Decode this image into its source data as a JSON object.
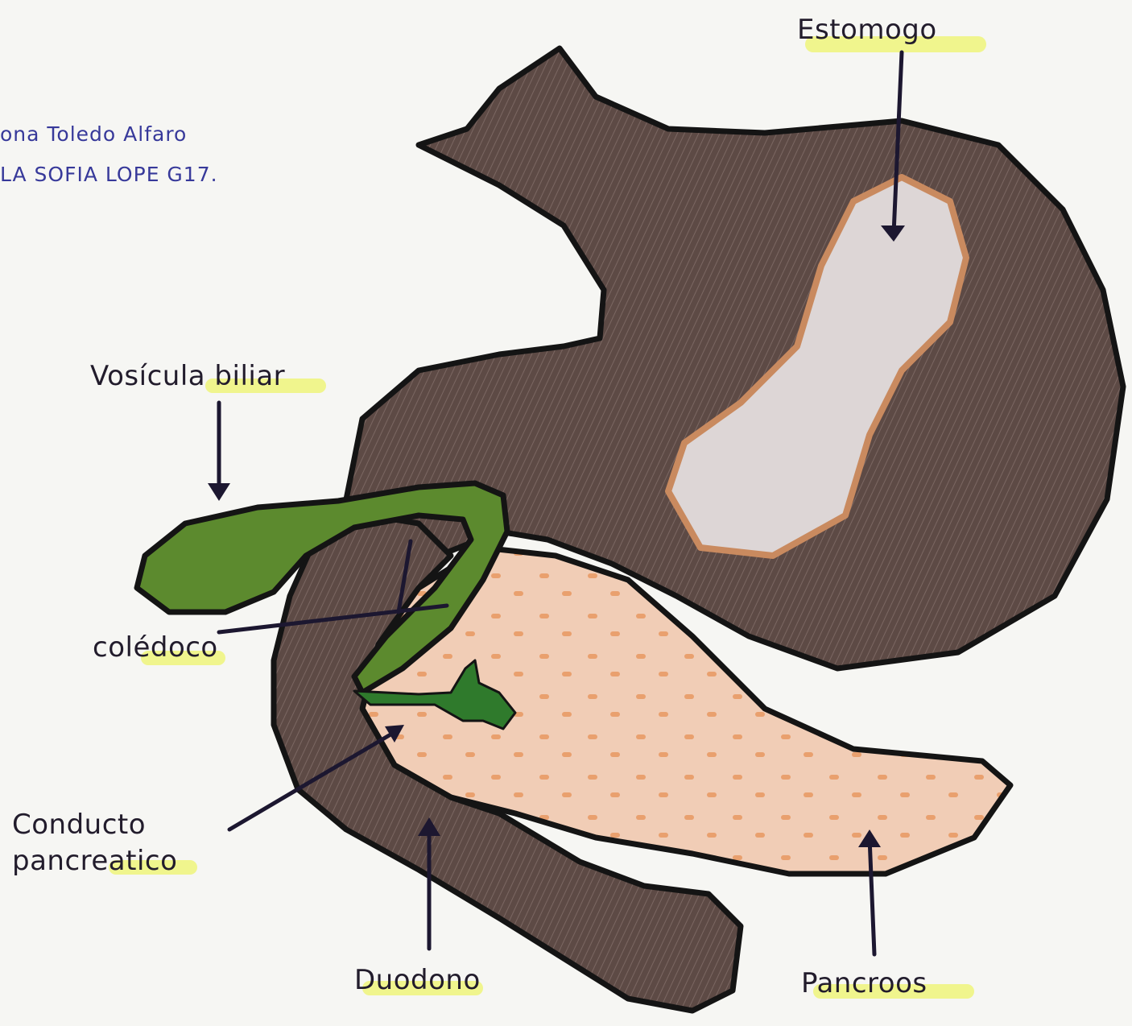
{
  "authors": {
    "line1": "ona Toledo Alfaro",
    "line2": "LA SOFIA LOPE G17."
  },
  "labels": {
    "stomach": "Estomogo",
    "gallbladder": "Vosícula biliar",
    "bile_duct": "colédoco",
    "pancreatic_duct_line1": "Conducto",
    "pancreatic_duct_line2": "pancreatico",
    "duodenum": "Duodono",
    "pancreas": "Pancroos"
  },
  "colors": {
    "stomach": "#5d4a45",
    "stomach_inner": "#ddd6d6",
    "pancreas": "#f1cdb6",
    "gallbladder": "#5c8a2e",
    "duct": "#2f7a2c",
    "highlight": "#eef57a",
    "outline": "#141414"
  }
}
